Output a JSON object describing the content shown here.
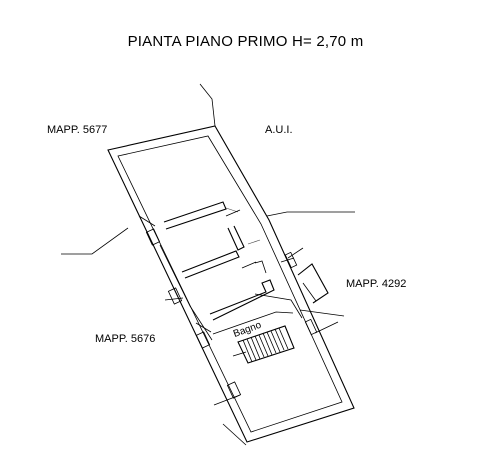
{
  "drawing": {
    "title": "PIANTA PIANO PRIMO H= 2,70 m",
    "labels": {
      "mapp_5677": "MAPP. 5677",
      "aui": "A.U.I.",
      "mapp_4292": "MAPP. 4292",
      "mapp_5676": "MAPP. 5676"
    },
    "room_label": "Bagno"
  }
}
